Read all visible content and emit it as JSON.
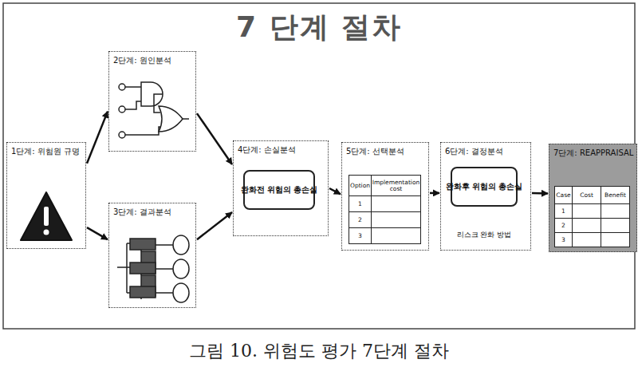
{
  "diagram": {
    "title": "7 단계 절차",
    "caption": "그림 10. 위험도 평가 7단계 절차",
    "nodes": [
      {
        "text": [
          "1단계: 위험원 규명"
        ]
      },
      {
        "text": [
          "2단계: 원인분석"
        ]
      },
      {
        "text": [
          "3단계: 결과분석"
        ]
      },
      {
        "text": [
          "4단계: 손실분석"
        ]
      },
      {
        "text": [
          "완화전 위험의 총손실"
        ],
        "in": 3
      },
      {
        "text": [
          "5단계: 선택분석"
        ]
      },
      {
        "text": [
          "6단계: 결정분석"
        ]
      },
      {
        "text": [
          "완화후 위험의 총손실"
        ],
        "in": 6
      },
      {
        "text": [
          "리스크 완화 방법"
        ],
        "in": 6
      },
      {
        "text": [
          "7단계: REAPPRAISAL"
        ]
      }
    ],
    "edges": [
      {
        "from": 0,
        "to": 1,
        "arrow": "to"
      },
      {
        "from": 0,
        "to": 2,
        "arrow": "to"
      },
      {
        "from": 1,
        "to": 3,
        "arrow": "to"
      },
      {
        "from": 2,
        "to": 3,
        "arrow": "to"
      },
      {
        "from": 3,
        "to": 5,
        "arrow": "to"
      },
      {
        "from": 5,
        "to": 6,
        "arrow": "to"
      },
      {
        "from": 8,
        "to": 7,
        "arrow": "to"
      },
      {
        "from": 6,
        "to": 9,
        "arrow": "to"
      }
    ],
    "labels": [
      "Option",
      "Implementation cost",
      "1",
      "2",
      "3",
      "Case",
      "Cost",
      "Benefit",
      "1",
      "2",
      "3"
    ]
  }
}
